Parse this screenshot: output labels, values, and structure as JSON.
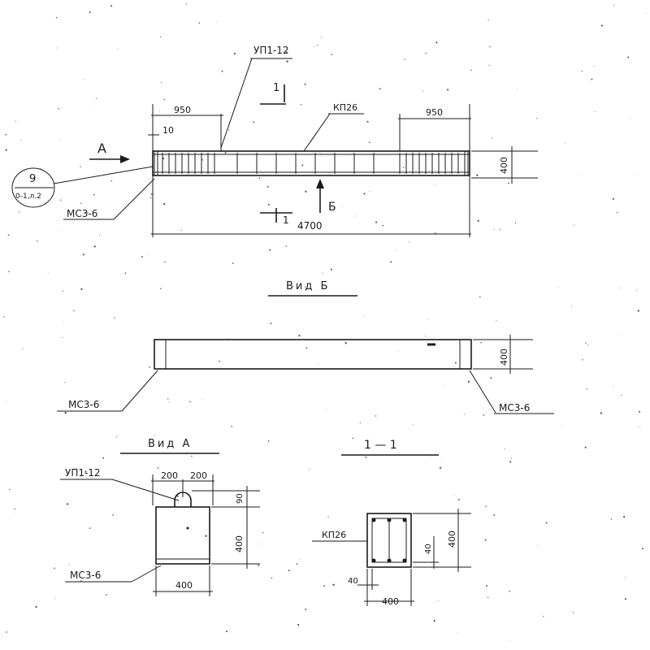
{
  "labels": {
    "up1": "УП1-12",
    "up1_viewA": "УП1-12",
    "kp26_top": "КП26",
    "kp26_section": "КП26",
    "mz_plan": "МС3-6",
    "mz_vidB_left": "МС3-6",
    "mz_vidB_right": "МС3-6",
    "mz_viewA": "МС3-6",
    "callout_num": "9",
    "callout_ref": "0-1,л.2",
    "arrow_A": "А",
    "arrow_B": "Б",
    "section_mark": "1"
  },
  "titles": {
    "vid_b": "Вид Б",
    "vid_a": "Вид А",
    "section": "1 — 1"
  },
  "dims": {
    "left_950": "950",
    "right_950": "950",
    "gap_10": "10",
    "length_4700": "4700",
    "height_plan": "400",
    "height_vidB": "400",
    "viewA_200a": "200",
    "viewA_200b": "200",
    "viewA_90": "90",
    "viewA_400h": "400",
    "viewA_400w": "400",
    "sec_40_left": "40",
    "sec_40_right": "40",
    "sec_400h": "400",
    "sec_400w": "400"
  }
}
